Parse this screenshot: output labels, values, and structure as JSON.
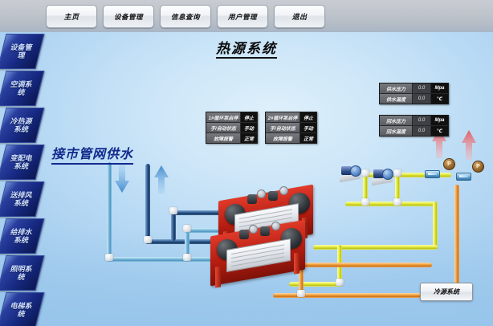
{
  "nav": {
    "items": [
      {
        "label": "主页"
      },
      {
        "label": "设备管理"
      },
      {
        "label": "信息查询"
      },
      {
        "label": "用户管理"
      },
      {
        "label": "退出"
      }
    ]
  },
  "sidebar": {
    "items": [
      {
        "label": "设备管理"
      },
      {
        "label": "空调系统"
      },
      {
        "label": "冷热源系统"
      },
      {
        "label": "变配电系统"
      },
      {
        "label": "送排风系统"
      },
      {
        "label": "给排水系统"
      },
      {
        "label": "照明系统"
      },
      {
        "label": "电梯系统"
      }
    ]
  },
  "header": {
    "title": "热源系统"
  },
  "diagram": {
    "supply_label": "接市管网供水",
    "corner_button": "冷源系统",
    "pumps": [
      {
        "name": "pump-1",
        "rows": [
          {
            "label": "1#循环泵启停",
            "value": "停止"
          },
          {
            "label": "手/自动状态",
            "value": "手动"
          },
          {
            "label": "故障报警",
            "value": "正常"
          }
        ]
      },
      {
        "name": "pump-2",
        "rows": [
          {
            "label": "2#循环泵启停",
            "value": "停止"
          },
          {
            "label": "手/自动状态",
            "value": "手动"
          },
          {
            "label": "故障报警",
            "value": "正常"
          }
        ]
      }
    ],
    "meters": [
      {
        "name": "supply-meter",
        "rows": [
          {
            "label": "供水压力",
            "value": "0.0",
            "unit": "Mpa"
          },
          {
            "label": "供水温度",
            "value": "0.0",
            "unit": "℃"
          }
        ]
      },
      {
        "name": "return-meter",
        "rows": [
          {
            "label": "回水压力",
            "value": "0.0",
            "unit": "Mpa"
          },
          {
            "label": "回水温度",
            "value": "0.0",
            "unit": "℃"
          }
        ]
      }
    ],
    "gauges": [
      {
        "name": "pressure-gauge-1",
        "symbol": "P"
      },
      {
        "name": "pressure-gauge-2",
        "symbol": "P"
      }
    ],
    "colors": {
      "supply_pipe": "#79b9dd",
      "return_pipe": "#2f5d93",
      "hot_supply_pipe": "#e3e93a",
      "hot_return_pipe": "#ef9b35",
      "frame_red": "#b31c10",
      "accent_blue": "#122a8c",
      "flow_arrow_blue": "#4a8fd0",
      "flow_arrow_red": "#e4656a"
    }
  }
}
